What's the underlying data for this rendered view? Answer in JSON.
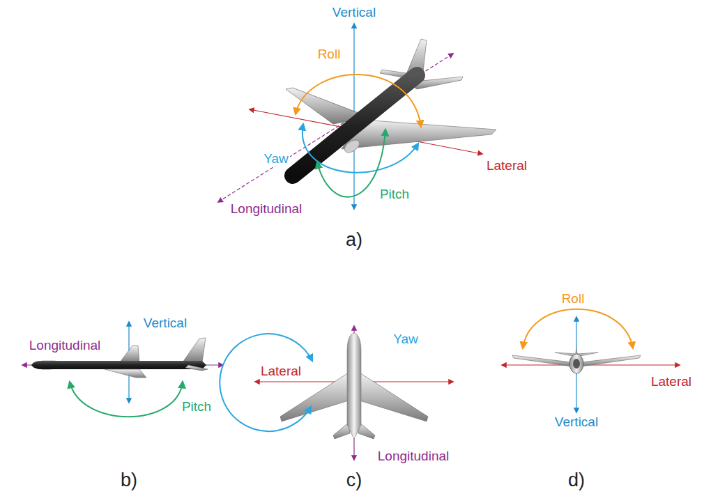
{
  "diagram": {
    "labels": [
      "Vertical",
      "Roll",
      "Yaw",
      "Lateral",
      "Pitch",
      "Longitudinal",
      "a)",
      "Longitudinal",
      "Vertical",
      "Pitch",
      "b)",
      "Lateral",
      "Yaw",
      "Longitudinal",
      "c)",
      "Roll",
      "Lateral",
      "Vertical",
      "d)"
    ]
  }
}
